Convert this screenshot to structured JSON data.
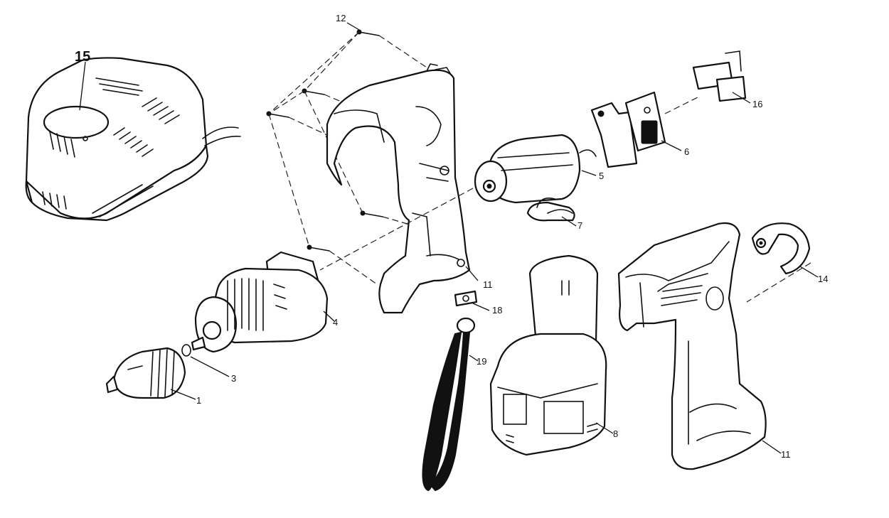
{
  "callouts": {
    "c15": "15",
    "c12": "12",
    "c16": "16",
    "c6": "6",
    "c5": "5",
    "c7": "7",
    "c11a": "11",
    "c18": "18",
    "c4": "4",
    "c14": "14",
    "c19": "19",
    "c3": "3",
    "c1": "1",
    "c8": "8",
    "c11b": "11"
  }
}
